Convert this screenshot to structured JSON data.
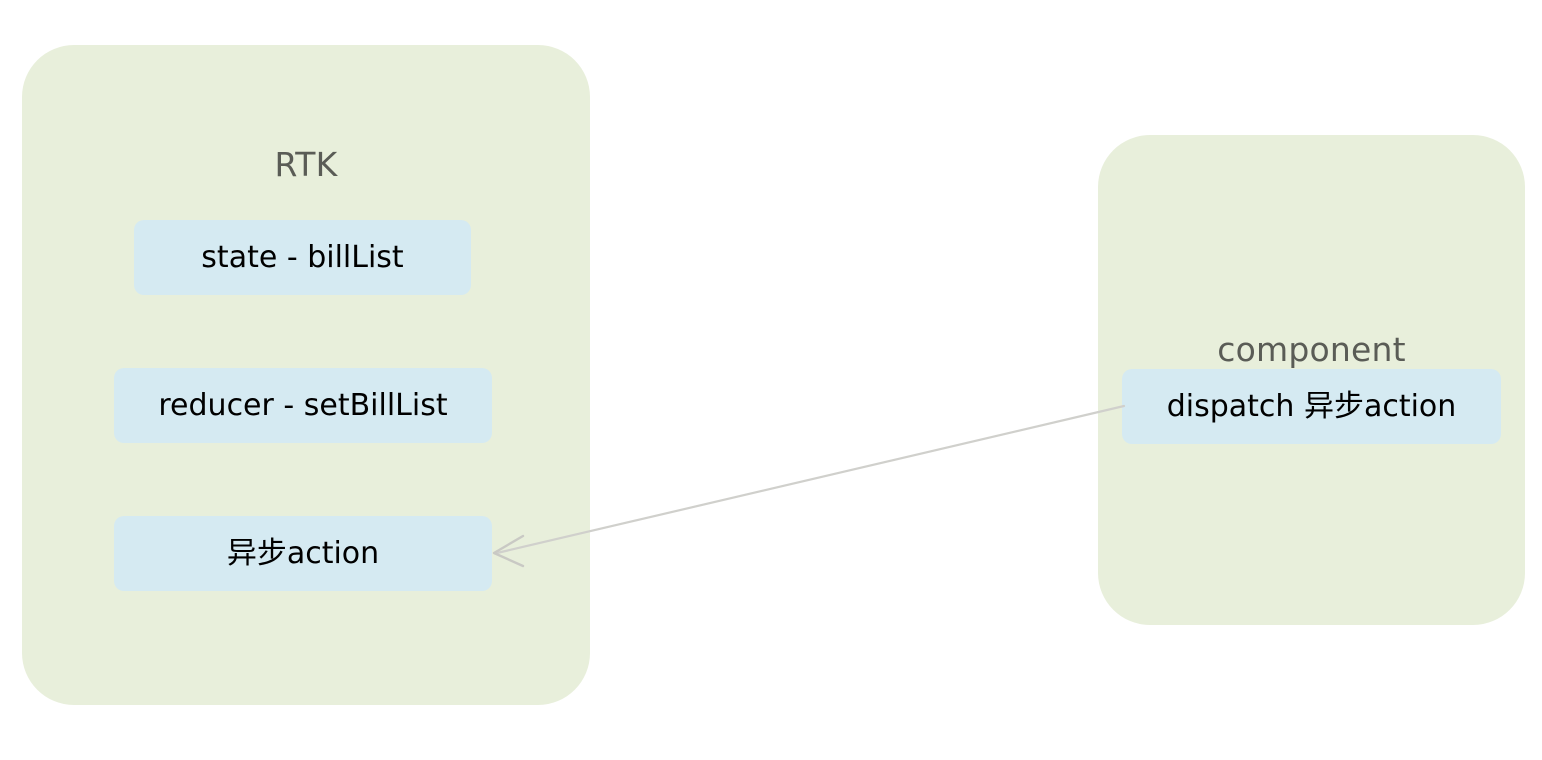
{
  "diagram": {
    "type": "flow-diagram",
    "background": "#ffffff",
    "palette": {
      "group_fill": "#e8efdb",
      "node_fill": "#d5eaf2",
      "node_text": "#000000",
      "group_title_text": "#5a5c56",
      "edge_stroke": "#d0d0cc"
    },
    "groups": [
      {
        "id": "rtk",
        "title": "RTK",
        "nodes": [
          {
            "id": "state",
            "label": "state - billList"
          },
          {
            "id": "reducer",
            "label": "reducer - setBillList"
          },
          {
            "id": "async",
            "label": "异步action"
          }
        ]
      },
      {
        "id": "component",
        "title": "component",
        "nodes": [
          {
            "id": "dispatch",
            "label": "dispatch 异步action"
          }
        ]
      }
    ],
    "edges": [
      {
        "id": "dispatch-to-async",
        "from": "dispatch",
        "to": "async",
        "label": "",
        "arrowhead": "open-v",
        "direction": "right-to-left"
      }
    ]
  }
}
